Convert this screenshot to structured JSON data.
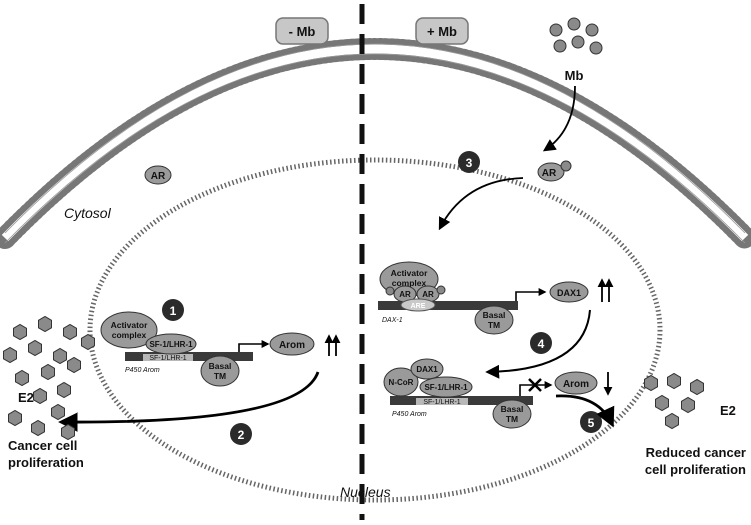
{
  "conditions": {
    "minus_mb": "- Mb",
    "plus_mb": "+ Mb"
  },
  "compartments": {
    "cytosol": "Cytosol",
    "nucleus": "Nucleus"
  },
  "molecules": {
    "mb": "Mb",
    "ar_left": "AR",
    "ar_right": "AR",
    "e2_left": "E2",
    "e2_right": "E2"
  },
  "steps": [
    "1",
    "2",
    "3",
    "4",
    "5"
  ],
  "left_complex": {
    "activator": [
      "Activator",
      "complex"
    ],
    "sf1": "SF-1/LHR-1",
    "sf1_site": "SF-1/LHR-1",
    "basal": [
      "Basal",
      "TM"
    ],
    "gene": "P450 Arom",
    "product": "Arom"
  },
  "dax_complex": {
    "activator": [
      "Activator",
      "complex"
    ],
    "ar1": "AR",
    "ar2": "AR",
    "are": "ARE",
    "basal": [
      "Basal",
      "TM"
    ],
    "gene": "DAX-1",
    "product": "DAX1"
  },
  "repressed_complex": {
    "ncor": "N-CoR",
    "dax1": "DAX1",
    "sf1": "SF-1/LHR-1",
    "sf1_site": "SF-1/LHR-1",
    "basal": [
      "Basal",
      "TM"
    ],
    "gene": "P450 Arom",
    "product": "Arom"
  },
  "outcomes": {
    "left": [
      "Cancer cell",
      "proliferation"
    ],
    "right": [
      "Reduced cancer",
      "cell proliferation"
    ]
  },
  "colors": {
    "membrane": "#777777",
    "oval_fill": "#b4b4b4",
    "badge": "#2b2b2b",
    "dna": "#3a3a3a"
  }
}
